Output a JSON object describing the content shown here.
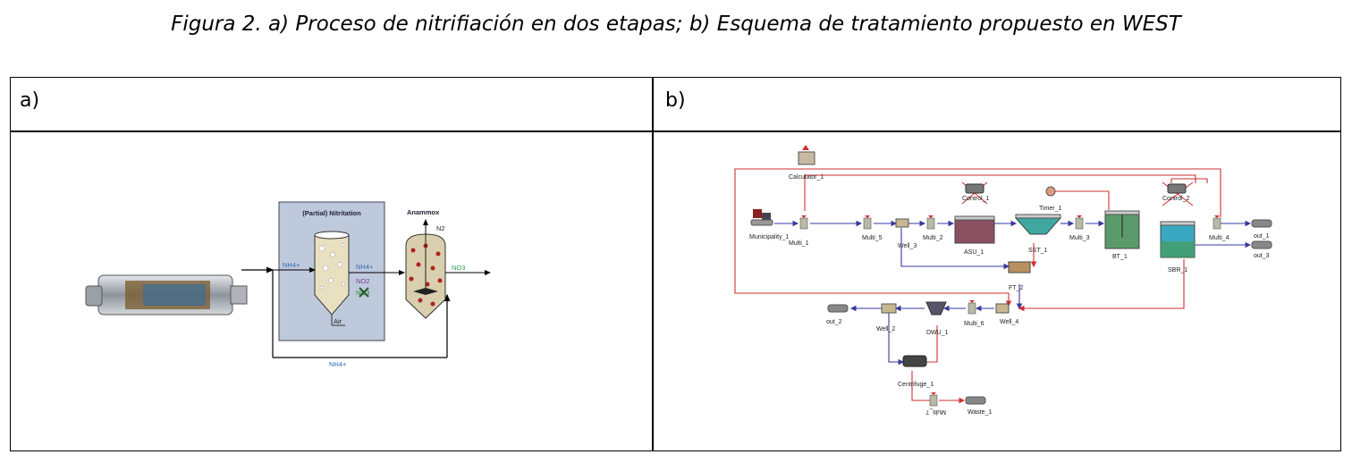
{
  "caption": "Figura 2. a) Proceso de nitrifiación en dos etapas; b) Esquema de tratamiento propuesto en WEST",
  "panel_a": {
    "label": "a)",
    "nitritation_title": "(Partial) Nitritation",
    "anammox_title": "Anammox",
    "nh4_in": "NH4+",
    "nh4_out": "NH4+",
    "no2": "NO2",
    "no3_crossed": "NO3",
    "air": "Air",
    "n2": "N2",
    "no3_out": "NO3",
    "bypass": "NH4+"
  },
  "panel_b": {
    "label": "b)",
    "nodes": {
      "calculator": "Calculator_1",
      "control1": "Control_1",
      "control2": "Control_2",
      "timer": "Timer_1",
      "municipality": "Municipality_1",
      "multi1": "Multi_1",
      "multi5": "Multi_5",
      "well3": "Well_3",
      "multi2": "Multi_2",
      "asu": "ASU_1",
      "sst": "SST_1",
      "multi3": "Multi_3",
      "bt": "BT_1",
      "sbr": "SBR_1",
      "multi4": "Multi_4",
      "out1": "out_1",
      "out3": "out_3",
      "ft": "FT_2",
      "out2": "out_2",
      "well2": "Well_2",
      "dwu": "DWU_1",
      "multi6": "Multi_6",
      "well4": "Well_4",
      "centrifuge": "Centrifuge_1",
      "multi7": "Multi_7",
      "waste": "Waste_1"
    }
  },
  "colors": {
    "water_line": "#3a3aa0",
    "sludge_line": "#d03030",
    "panel_bg": "#bfc9dc"
  }
}
